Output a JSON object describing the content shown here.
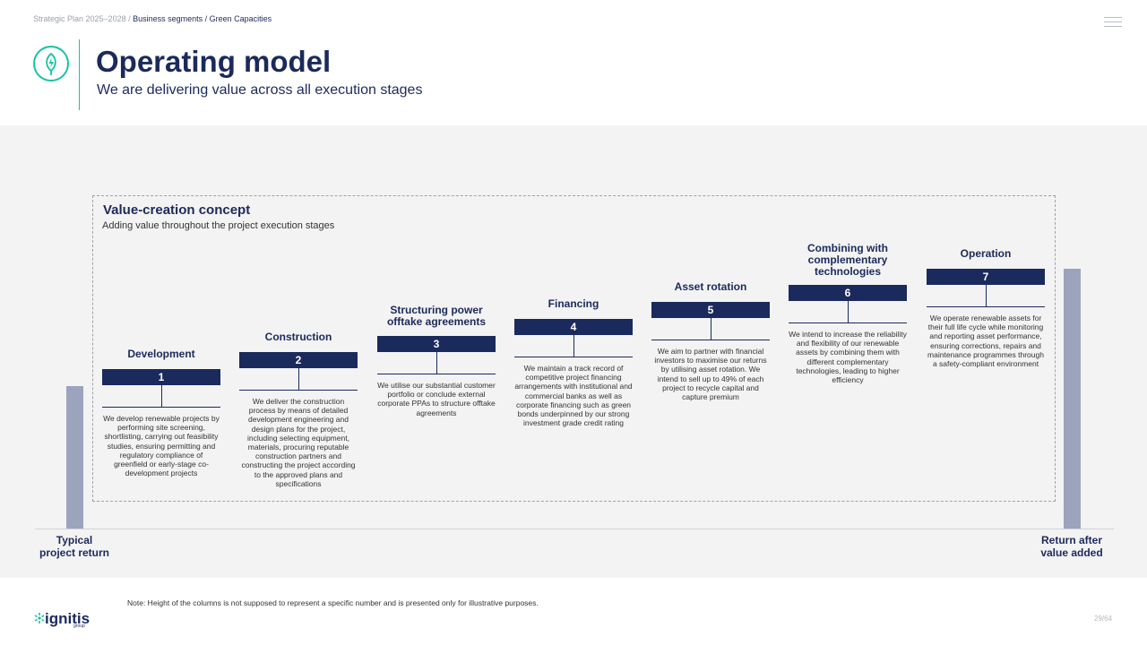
{
  "header": {
    "breadcrumb_prefix": "Strategic Plan 2025–2028 /",
    "breadcrumb_active": "Business segments / Green Capacities",
    "title": "Operating model",
    "subtitle": "We are delivering value across all execution stages"
  },
  "concept": {
    "title": "Value-creation concept",
    "subtitle": "Adding value throughout the project execution stages"
  },
  "pillars": {
    "left_label": "Typical project return",
    "right_label": "Return after value added"
  },
  "stages": [
    {
      "number": "1",
      "title": "Development",
      "description": "We develop renewable projects by performing site screening, shortlisting, carrying out feasibility studies, ensuring permitting and regulatory compliance of greenfield or early-stage co-development projects"
    },
    {
      "number": "2",
      "title": "Construction",
      "description": "We deliver the construction process by means of detailed development engineering and design plans for the project, including selecting equipment, materials, procuring reputable construction partners and constructing the project according to the approved plans and specifications"
    },
    {
      "number": "3",
      "title": "Structuring power offtake agreements",
      "description": "We utilise our substantial customer portfolio or conclude external corporate PPAs to structure offtake agreements"
    },
    {
      "number": "4",
      "title": "Financing",
      "description": "We maintain a track record of competitive project financing arrangements with institutional and commercial banks as well as corporate financing such as green bonds underpinned by our strong investment grade credit rating"
    },
    {
      "number": "5",
      "title": "Asset rotation",
      "description": "We aim to partner with financial investors to maximise our returns by utilising asset rotation. We intend to sell up to 49% of each project to recycle capital and capture premium"
    },
    {
      "number": "6",
      "title": "Combining with complementary technologies",
      "description": "We intend to increase the reliability and flexibility of our renewable assets by combining them with different complementary technologies, leading to higher efficiency"
    },
    {
      "number": "7",
      "title": "Operation",
      "description": "We operate renewable assets for their full life cycle while monitoring and reporting asset performance, ensuring corrections, repairs and maintenance programmes through a safety-compliant environment"
    }
  ],
  "footer": {
    "note": "Note: Height of the columns is not supposed to represent a specific number and is presented only for illustrative purposes.",
    "brand": "ignitis",
    "brand_sub": "group",
    "page": "29/64"
  },
  "colors": {
    "navy": "#1b2a5c",
    "teal": "#16c3a4",
    "pillar": "#9ca3bd",
    "band": "#f3f3f3"
  },
  "icons": {
    "leaf_bolt": "leaf-bolt-icon",
    "menu": "hamburger-menu-icon",
    "brand": "ignitis-logo-icon"
  }
}
